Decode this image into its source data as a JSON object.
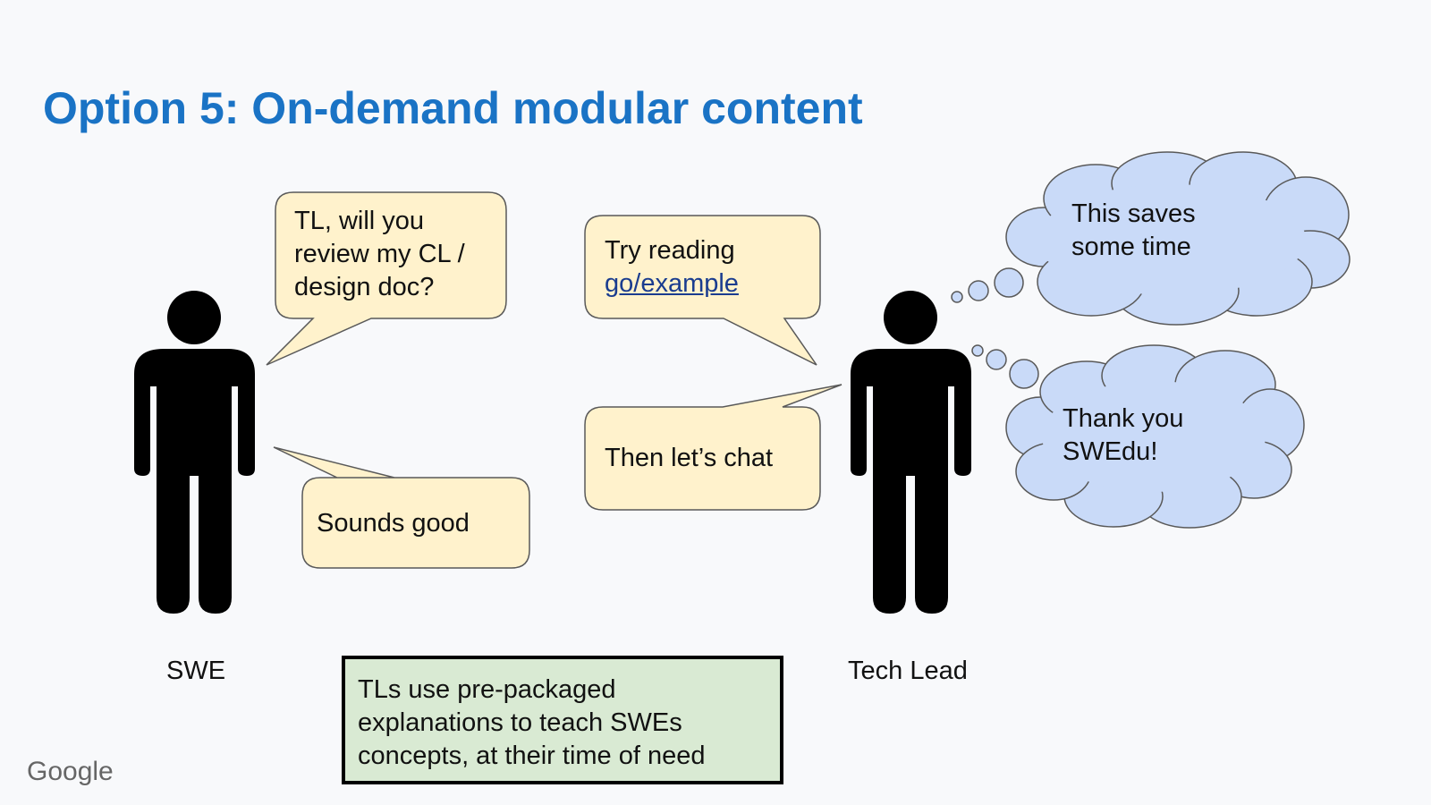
{
  "slide": {
    "title": "Option 5: On-demand modular content",
    "logo_text": "Google"
  },
  "people": {
    "left_label": "SWE",
    "right_label": "Tech Lead"
  },
  "bubbles": {
    "swe_request": "TL, will you review my CL / design doc?",
    "tl_suggest_prefix": "Try reading",
    "tl_suggest_link": "go/example",
    "tl_then": "Then let’s chat",
    "swe_reply": "Sounds good"
  },
  "thoughts": {
    "tl_thought": "This saves some time",
    "swe_thought": "Thank you SWEdu!"
  },
  "summary": {
    "text": "TLs use pre-packaged explanations to teach SWEs concepts, at their time of need"
  },
  "colors": {
    "title": "#1a73c5",
    "speech_bubble_fill": "#fff2cc",
    "thought_cloud_fill": "#c9daf8",
    "summary_fill": "#d9ead3"
  }
}
